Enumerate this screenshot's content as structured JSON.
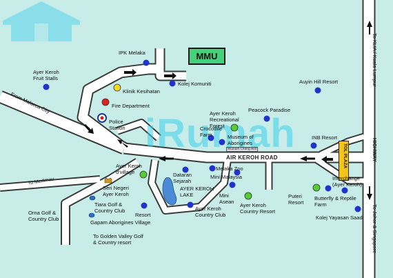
{
  "colors": {
    "background": "#c8ede9",
    "road": "#ffffff",
    "outline": "#3a3a3a",
    "marker_blue": "#2233cc",
    "marker_green": "#55cc33",
    "marker_yellow": "#f2dd1c",
    "marker_red": "#dd2222",
    "mmu_fill": "#46d07a",
    "toll_fill": "#f3c51a",
    "lake": "#4a8ad6",
    "watermark": "#3ccdeb"
  },
  "labels": {
    "klia": "To KLIA / Kuala Lumpur",
    "highway": "HIGHWAY",
    "johor": "To Johor & Singapore",
    "malacca": "From Malacca City",
    "merlimau": "To Merlimau",
    "air_keroh_road": "AIR KEROH ROAD",
    "golden_valley_1": "To Golden Valley Golf",
    "golden_valley_2": "& Country resort",
    "toll_plaza": "TOL PLAZA",
    "museum_sign": "Muzium Orang Asli"
  },
  "mmu": "MMU",
  "watermark": "iRumah",
  "places": [
    {
      "id": "ipk-melaka",
      "lines": [
        "IPK Melaka"
      ],
      "marker": "blue"
    },
    {
      "id": "kolej-komuniti",
      "lines": [
        "Kolej Komuniti"
      ],
      "marker": "blue"
    },
    {
      "id": "klinik-kesihatan",
      "lines": [
        "Klinik Kesihatan"
      ],
      "marker": "yellow"
    },
    {
      "id": "fire-department",
      "lines": [
        "Fire Department"
      ],
      "marker": "red"
    },
    {
      "id": "police-station",
      "lines": [
        "Police",
        "Station"
      ],
      "marker": "police"
    },
    {
      "id": "fruit-stalls",
      "lines": [
        "Ayer Keroh",
        "Fruit Stalls"
      ],
      "marker": "blue"
    },
    {
      "id": "auyin-hill",
      "lines": [
        "Auyin Hill Resort"
      ],
      "marker": "blue"
    },
    {
      "id": "peacock-paradise",
      "lines": [
        "Peacock Paradise"
      ],
      "marker": "blue"
    },
    {
      "id": "recreational-forest",
      "lines": [
        "Ayer Keroh",
        "Recreational",
        "Forest"
      ],
      "marker": "green"
    },
    {
      "id": "crocodile-farm",
      "lines": [
        "Crocodile",
        "Farm"
      ],
      "marker": "blue"
    },
    {
      "id": "museum-aborigines",
      "lines": [
        "Museum of",
        "Aborigines"
      ],
      "marker": "blue"
    },
    {
      "id": "inb-resort",
      "lines": [
        "INB Resort"
      ],
      "marker": "blue"
    },
    {
      "id": "interchange",
      "lines": [
        "Interchange",
        "(Ayer Keroh)"
      ],
      "marker": "blue"
    },
    {
      "id": "butterfly-farm",
      "lines": [
        "Butterfly & Reptile",
        "Farm"
      ],
      "marker": "blue"
    },
    {
      "id": "kolej-yayasan-saad",
      "lines": [
        "Kolej Yayasan Saad"
      ],
      "marker": "blue"
    },
    {
      "id": "puteri-resort",
      "lines": [
        "Puteri",
        "Resort"
      ],
      "marker": "green"
    },
    {
      "id": "country-resort",
      "lines": [
        "Ayer Keroh",
        "Country Resort"
      ],
      "marker": "green"
    },
    {
      "id": "mini-asean",
      "lines": [
        "Mini",
        "Asean"
      ],
      "marker": "blue"
    },
    {
      "id": "mini-malaysia",
      "lines": [
        "Mini Malaysia"
      ],
      "marker": "blue"
    },
    {
      "id": "melaka-zoo",
      "lines": [
        "Melaka Zoo"
      ],
      "marker": "blue"
    },
    {
      "id": "dataran-sejarah",
      "lines": [
        "Dataran",
        "Sejarah"
      ],
      "marker": "blue"
    },
    {
      "id": "ayer-keroh-lake",
      "lines": [
        "AYER KEROH",
        "LAKE"
      ],
      "marker": "none"
    },
    {
      "id": "ak-country-club",
      "lines": [
        "Ayer Keroh",
        "Country Club"
      ],
      "marker": "blue"
    },
    {
      "id": "ak-village",
      "lines": [
        "Ayer Keroh",
        "d'village"
      ],
      "marker": "green"
    },
    {
      "id": "seri-negeri",
      "lines": [
        "Seri Negeri",
        "Ayer Keroh"
      ],
      "marker": "crest"
    },
    {
      "id": "tiara-golf",
      "lines": [
        "Tiara Golf &",
        "Country Club"
      ],
      "marker": "oval"
    },
    {
      "id": "resort",
      "lines": [
        "Resort"
      ],
      "marker": "blue"
    },
    {
      "id": "gapam",
      "lines": [
        "Gapam Aborigines Village"
      ],
      "marker": "oval"
    },
    {
      "id": "orna-golf",
      "lines": [
        "Orna Golf &",
        "Country Club"
      ],
      "marker": "none"
    }
  ]
}
